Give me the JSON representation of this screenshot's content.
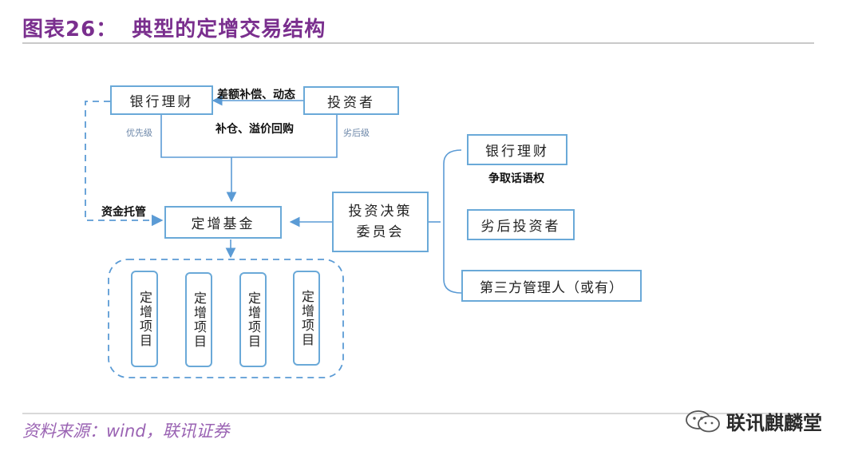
{
  "header": {
    "figure_label": "图表26：",
    "title": "典型的定增交易结构"
  },
  "diagram": {
    "nodes": {
      "bank_wealth": "银行理财",
      "investor": "投资者",
      "fund": "定增基金",
      "committee_line1": "投资决策",
      "committee_line2": "委员会",
      "bank_wealth_right": "银行理财",
      "junior_investor": "劣后投资者",
      "third_party": "第三方管理人（或有）",
      "projects": [
        "定增项目",
        "定增项目",
        "定增项目",
        "定增项目"
      ]
    },
    "edge_labels": {
      "top_line1": "差额补偿、动态",
      "top_line2": "补仓、溢价回购",
      "priority_tier": "优先级",
      "junior_tier": "劣后级",
      "custody": "资金托管",
      "voice": "争取话语权"
    }
  },
  "footer": {
    "source": "资料来源：wind，联讯证券",
    "brand": "联讯麒麟堂"
  }
}
